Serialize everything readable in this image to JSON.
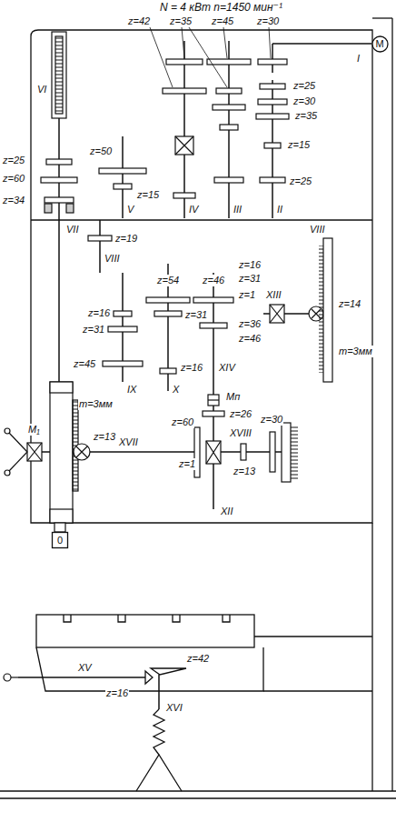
{
  "diagram": {
    "nodes": [
      {
        "text": [
          "M"
        ]
      },
      {
        "text": [
          "0"
        ]
      }
    ],
    "edges": [],
    "labels": [
      "N = 4 кВт n=1450 мин⁻¹",
      "I",
      "z=42",
      "z=35",
      "z=45",
      "z=30",
      "VI",
      "z=25",
      "z=30",
      "z=35",
      "z=15",
      "z=25",
      "z=25",
      "z=50",
      "z=60",
      "z=15",
      "z=34",
      "IV",
      "III",
      "II",
      "V",
      "VII",
      "VIII",
      "z=19",
      "z=54",
      "z=46",
      "z=16",
      "VIII",
      "z=31",
      "XIII",
      "z=14",
      "z=1",
      "z=36",
      "z=46",
      "m=3мм",
      "z=16",
      "z=31",
      "z=31",
      "z=45",
      "XIV",
      "z=16",
      "IX",
      "X",
      "Mп",
      "z=26",
      "m=3мм",
      "z=13",
      "M₁",
      "XVII",
      "z=60",
      "z=1",
      "XVIII",
      "z=30",
      "z=13",
      "XII",
      "XV",
      "z=42",
      "z=16",
      "XVI"
    ]
  }
}
